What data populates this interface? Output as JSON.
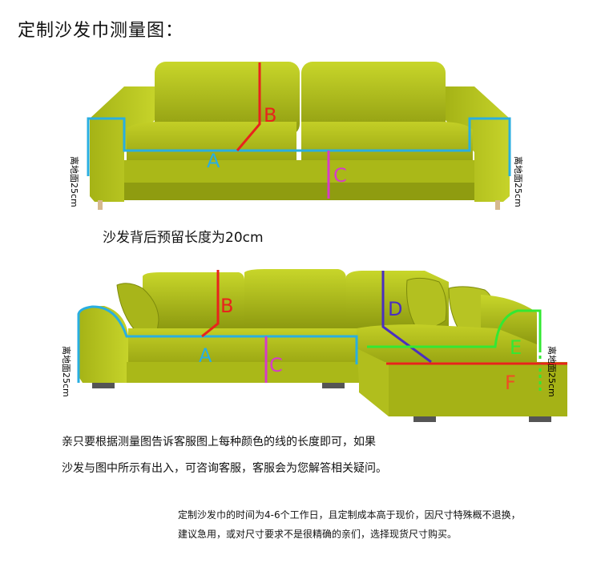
{
  "title": "定制沙发巾测量图：",
  "sofa1": {
    "caption": "沙发背后预留长度为20cm",
    "side_note_left": "离地面25cm",
    "side_note_right": "离地面25cm",
    "labels": {
      "A": "A",
      "B": "B",
      "C": "C"
    }
  },
  "sofa2": {
    "side_note_left": "离地面25cm",
    "side_note_right": "离地面25cm",
    "labels": {
      "A": "A",
      "B": "B",
      "C": "C",
      "D": "D",
      "E": "E",
      "F": "F"
    }
  },
  "instructions": {
    "line1": "亲只要根据测量图告诉客服图上每种颜色的线的长度即可，如果",
    "line2": "沙发与图中所示有出入，可咨询客服，客服会为您解答相关疑问。"
  },
  "notice": {
    "line1": "定制沙发巾的时间为4-6个工作日，且定制成本高于现价，因尺寸特殊概不退换，",
    "line2": "建议急用，或对尺寸要求不是很精确的亲们，选择现货尺寸购买。"
  },
  "colors": {
    "sofa": "#b5c21c",
    "blue": "#29aee0",
    "red": "#e8231c",
    "magenta": "#d63bc8",
    "purple": "#4a2fbf",
    "green": "#33e833",
    "orange": "#ef4d24"
  }
}
